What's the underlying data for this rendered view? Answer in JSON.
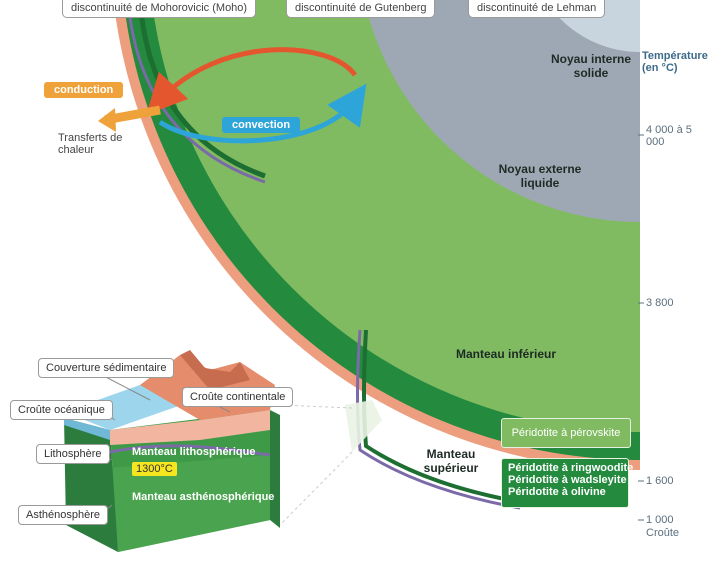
{
  "top_labels": {
    "moho": "discontinuité de Mohorovicic (Moho)",
    "gutenberg": "discontinuité de Gutenberg",
    "lehman": "discontinuité de Lehman"
  },
  "layers": {
    "inner_core": "Noyau interne solide",
    "outer_core": "Noyau externe liquide",
    "lower_mantle": "Manteau inférieur",
    "upper_mantle": "Manteau supérieur"
  },
  "heat": {
    "conduction": "conduction",
    "convection": "convection",
    "transfer": "Transferts de chaleur"
  },
  "temperature": {
    "title": "Température (en °C)",
    "values": [
      "4 000 à 5 000",
      "3 800",
      "1 600",
      "1 000"
    ],
    "crust": "Croûte"
  },
  "rocks": {
    "perovskite": "Péridotite à pérovskite",
    "ringwoodite": "Péridotite à ringwoodite",
    "wadsleyite": "Péridotite à wadsleyite",
    "olivine": "Péridotite à olivine"
  },
  "block": {
    "sediment_cover": "Couverture sédimentaire",
    "oceanic_crust": "Croûte océanique",
    "continental_crust": "Croûte continentale",
    "lithosphere": "Lithosphère",
    "asthenosphere": "Asthénosphère",
    "lithospheric_mantle": "Manteau lithosphérique",
    "temp": "1300°C",
    "asthenospheric_mantle": "Manteau asthénosphérique"
  },
  "colors": {
    "mantle_green": "#80bb62",
    "dark_green": "#238a3e",
    "outer_core": "#9ea8b4",
    "inner_core": "#c9d5de",
    "crust_pink": "#ec9e7f",
    "conduction_orange": "#f0a23a",
    "convection_blue": "#2ea5d8"
  }
}
